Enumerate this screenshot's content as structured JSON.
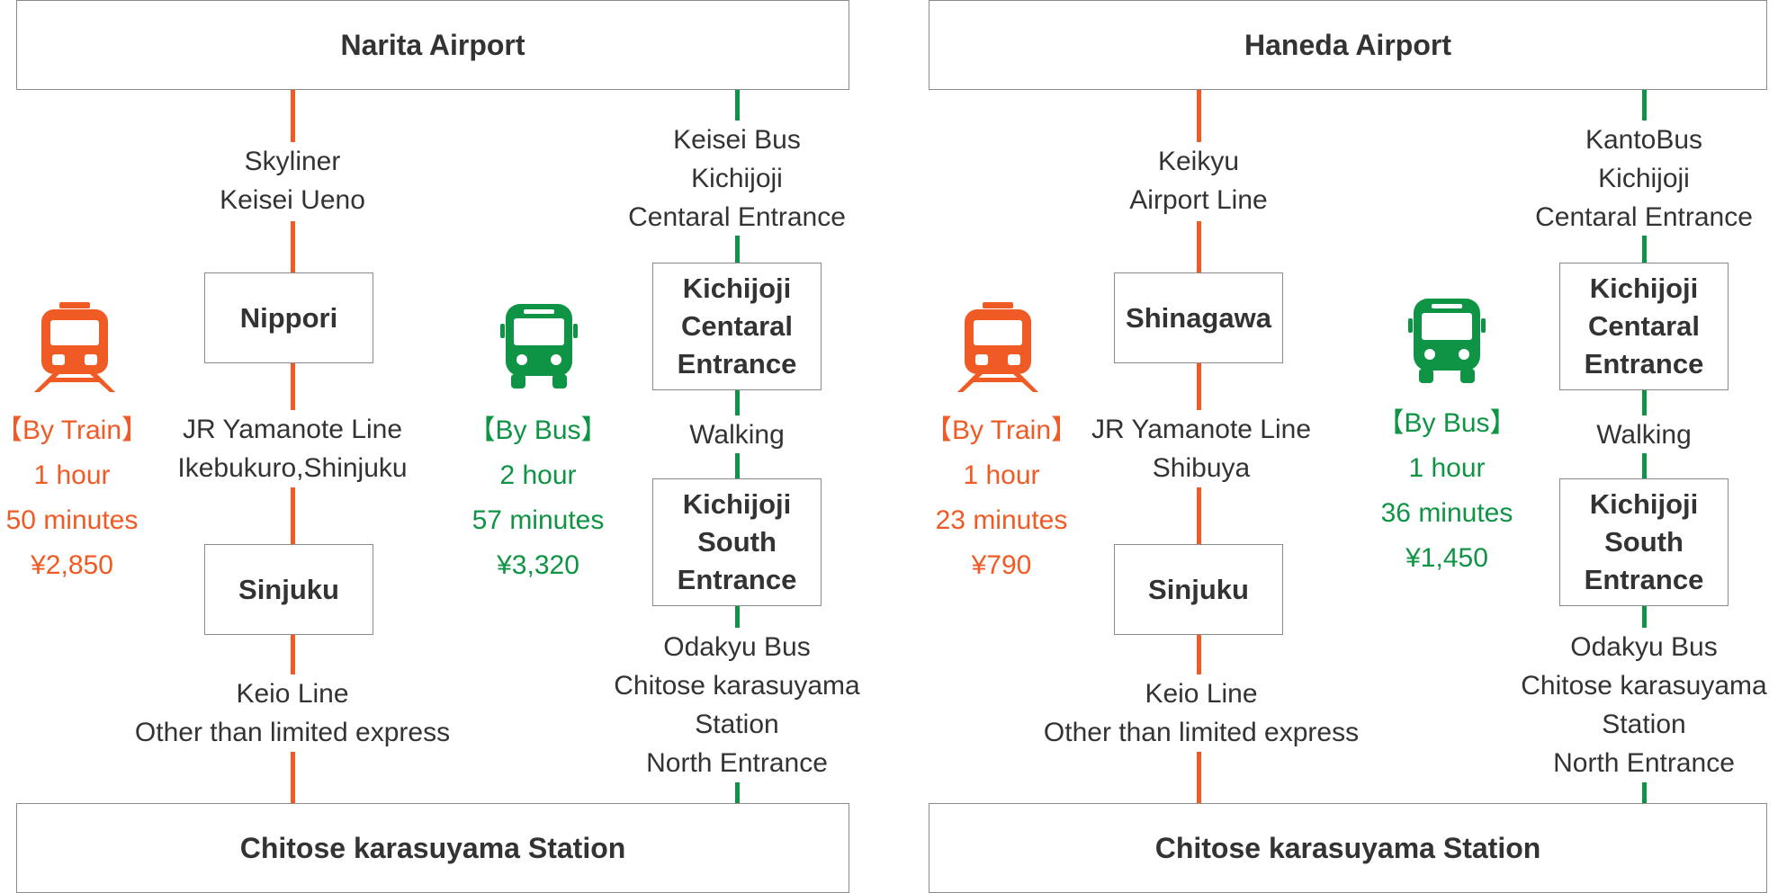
{
  "colors": {
    "train": "#f05a24",
    "bus": "#0e9444",
    "border": "#8a8a8a",
    "text": "#333333"
  },
  "left": {
    "origin": "Narita Airport",
    "destination": "Chitose karasuyama Station",
    "train": {
      "icon": "train-icon",
      "mode": "【By Train】",
      "time_1": "1 hour",
      "time_2": "50 minutes",
      "fare": "¥2,850",
      "segment_1": [
        "Skyliner",
        "Keisei Ueno"
      ],
      "stop_1": "Nippori",
      "segment_2": [
        "JR Yamanote Line",
        "Ikebukuro,Shinjuku"
      ],
      "stop_2": "Sinjuku",
      "segment_3": [
        "Keio Line",
        "Other than limited express"
      ]
    },
    "bus": {
      "icon": "bus-icon",
      "mode": "【By Bus】",
      "time_1": "2 hour",
      "time_2": "57 minutes",
      "fare": "¥3,320",
      "segment_1": [
        "Keisei Bus",
        "Kichijoji",
        "Centaral Entrance"
      ],
      "stop_1": [
        "Kichijoji",
        "Centaral",
        "Entrance"
      ],
      "segment_2": "Walking",
      "stop_2": [
        "Kichijoji",
        "South",
        "Entrance"
      ],
      "segment_3": [
        "Odakyu Bus",
        "Chitose karasuyama",
        "Station",
        "North Entrance"
      ]
    }
  },
  "right": {
    "origin": "Haneda Airport",
    "destination": "Chitose karasuyama Station",
    "train": {
      "icon": "train-icon",
      "mode": "【By Train】",
      "time_1": "1 hour",
      "time_2": "23 minutes",
      "fare": "¥790",
      "segment_1": [
        "Keikyu",
        "Airport Line"
      ],
      "stop_1": "Shinagawa",
      "segment_2": [
        "JR Yamanote Line",
        "Shibuya"
      ],
      "stop_2": "Sinjuku",
      "segment_3": [
        "Keio Line",
        "Other than limited express"
      ]
    },
    "bus": {
      "icon": "bus-icon",
      "mode": "【By Bus】",
      "time_1": "1 hour",
      "time_2": "36 minutes",
      "fare": "¥1,450",
      "segment_1": [
        "KantoBus",
        "Kichijoji",
        "Centaral Entrance"
      ],
      "stop_1": [
        "Kichijoji",
        "Centaral",
        "Entrance"
      ],
      "segment_2": "Walking",
      "stop_2": [
        "Kichijoji",
        "South",
        "Entrance"
      ],
      "segment_3": [
        "Odakyu Bus",
        "Chitose karasuyama",
        "Station",
        "North Entrance"
      ]
    }
  }
}
